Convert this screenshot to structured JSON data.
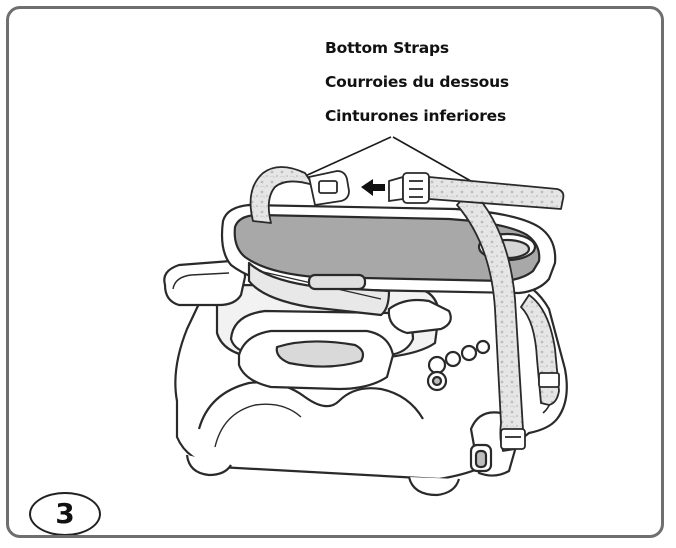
{
  "labels": {
    "en": "Bottom Straps",
    "fr": "Courroies du dessous",
    "es": "Cinturones inferiores"
  },
  "step": {
    "number": "3"
  }
}
